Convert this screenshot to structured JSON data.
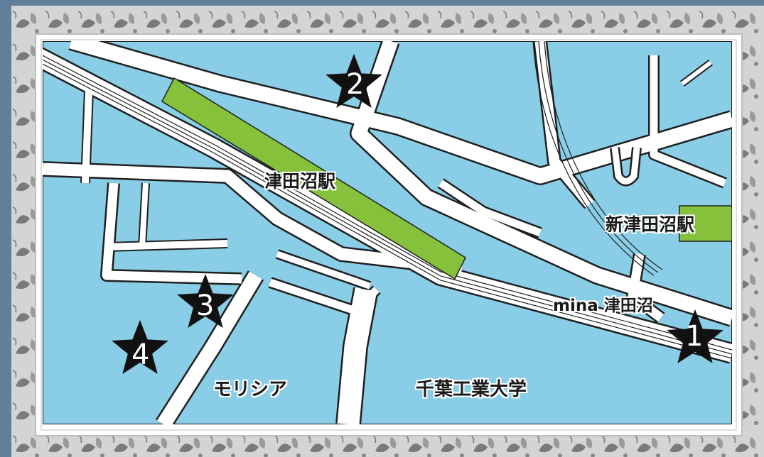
{
  "map": {
    "colors": {
      "water": "#89cde6",
      "road": "#ffffff",
      "station": "#86c13b",
      "outline": "#1f1f1f",
      "frame": "#cfcfcf"
    },
    "labels": {
      "tsudanuma_station": "津田沼駅",
      "shin_tsudanuma_station": "新津田沼駅",
      "mina": "mina 津田沼",
      "morisia": "モリシア",
      "chiba_tech": "千葉工業大学"
    },
    "markers": [
      {
        "id": "1",
        "label": "1",
        "icon": "star-icon"
      },
      {
        "id": "2",
        "label": "2",
        "icon": "star-icon"
      },
      {
        "id": "3",
        "label": "3",
        "icon": "star-icon"
      },
      {
        "id": "4",
        "label": "4",
        "icon": "star-icon"
      }
    ]
  }
}
